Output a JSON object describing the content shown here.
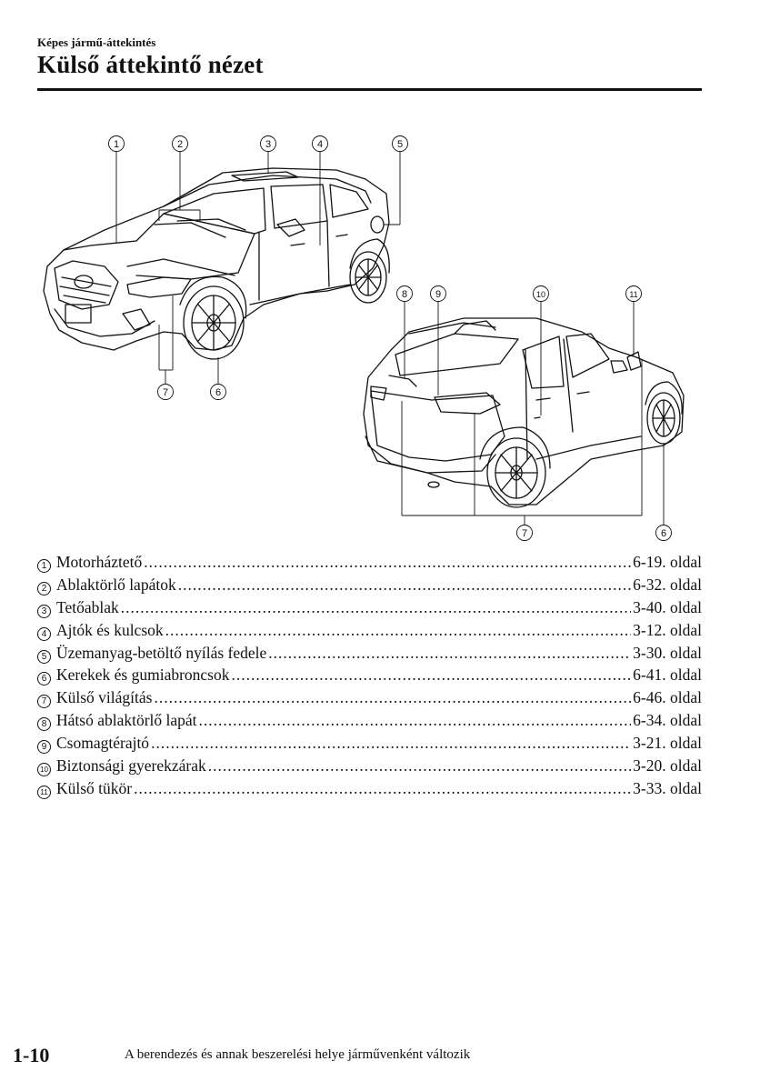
{
  "header": {
    "breadcrumb": "Képes jármű-áttekintés",
    "title": "Külső áttekintő nézet"
  },
  "figure": {
    "front_callouts": [
      "1",
      "2",
      "3",
      "4",
      "5",
      "7",
      "6"
    ],
    "rear_callouts": [
      "8",
      "9",
      "10",
      "11",
      "7",
      "6"
    ]
  },
  "toc": [
    {
      "num": "1",
      "label": "Motorháztető",
      "page": "6-19. oldal"
    },
    {
      "num": "2",
      "label": "Ablaktörlő lapátok",
      "page": "6-32. oldal"
    },
    {
      "num": "3",
      "label": "Tetőablak",
      "page": "3-40. oldal"
    },
    {
      "num": "4",
      "label": "Ajtók és kulcsok",
      "page": "3-12. oldal"
    },
    {
      "num": "5",
      "label": "Üzemanyag-betöltő nyílás fedele",
      "page": "3-30. oldal"
    },
    {
      "num": "6",
      "label": "Kerekek és gumiabroncsok",
      "page": "6-41. oldal"
    },
    {
      "num": "7",
      "label": "Külső világítás",
      "page": "6-46. oldal"
    },
    {
      "num": "8",
      "label": "Hátsó ablaktörlő lapát",
      "page": "6-34. oldal"
    },
    {
      "num": "9",
      "label": "Csomagtérajtó",
      "page": "3-21. oldal"
    },
    {
      "num": "10",
      "label": "Biztonsági gyerekzárak",
      "page": "3-20. oldal"
    },
    {
      "num": "11",
      "label": "Külső tükör",
      "page": "3-33. oldal"
    }
  ],
  "footer": {
    "page_number": "1-10",
    "note": "A berendezés és annak beszerelési helye járművenként változik"
  }
}
